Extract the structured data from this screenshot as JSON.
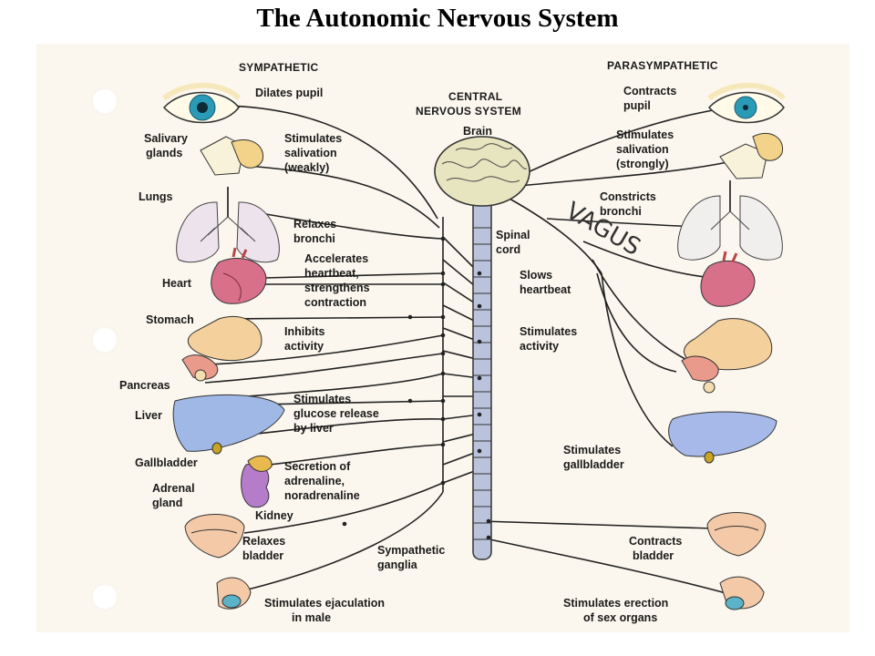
{
  "title": "The Autonomic Nervous System",
  "headers": {
    "sympathetic": "SYMPATHETIC",
    "parasympathetic": "PARASYMPATHETIC",
    "cns_line1": "CENTRAL",
    "cns_line2": "NERVOUS SYSTEM",
    "brain": "Brain",
    "spinal_line1": "Spinal",
    "spinal_line2": "cord",
    "vagus": "VAGUS",
    "ganglia_line1": "Sympathetic",
    "ganglia_line2": "ganglia"
  },
  "organs": {
    "salivary_line1": "Salivary",
    "salivary_line2": "glands",
    "lungs": "Lungs",
    "heart": "Heart",
    "stomach": "Stomach",
    "pancreas": "Pancreas",
    "liver": "Liver",
    "gallbladder": "Gallbladder",
    "adrenal_line1": "Adrenal",
    "adrenal_line2": "gland",
    "kidney": "Kidney"
  },
  "sympathetic_effects": {
    "pupil": "Dilates pupil",
    "saliva_1": "Stimulates",
    "saliva_2": "salivation",
    "saliva_3": "(weakly)",
    "bronchi_1": "Relaxes",
    "bronchi_2": "bronchi",
    "heart_1": "Accelerates",
    "heart_2": "heartbeat,",
    "heart_3": "strengthens",
    "heart_4": "contraction",
    "stomach_1": "Inhibits",
    "stomach_2": "activity",
    "liver_1": "Stimulates",
    "liver_2": "glucose release",
    "liver_3": "by liver",
    "adrenal_1": "Secretion of",
    "adrenal_2": "adrenaline,",
    "adrenal_3": "noradrenaline",
    "bladder_1": "Relaxes",
    "bladder_2": "bladder",
    "ejac_1": "Stimulates ejaculation",
    "ejac_2": "in male"
  },
  "parasympathetic_effects": {
    "pupil_1": "Contracts",
    "pupil_2": "pupil",
    "saliva_1": "Stimulates",
    "saliva_2": "salivation",
    "saliva_3": "(strongly)",
    "bronchi_1": "Constricts",
    "bronchi_2": "bronchi",
    "heart_1": "Slows",
    "heart_2": "heartbeat",
    "stomach_1": "Stimulates",
    "stomach_2": "activity",
    "gall_1": "Stimulates",
    "gall_2": "gallbladder",
    "bladder_1": "Contracts",
    "bladder_2": "bladder",
    "erection_1": "Stimulates erection",
    "erection_2": "of sex organs"
  }
}
